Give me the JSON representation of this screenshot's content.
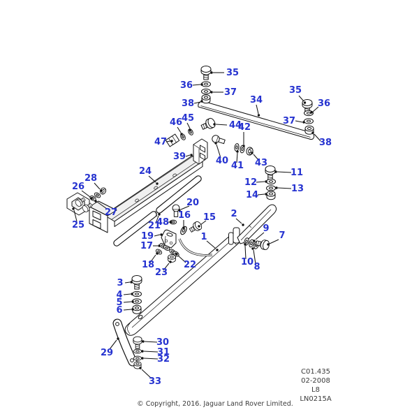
{
  "diagram": {
    "type": "exploded-parts-diagram",
    "background": "#ffffff",
    "line_color": "#111111",
    "callout_color": "#2633d0",
    "callouts": {
      "1": "1",
      "2": "2",
      "3": "3",
      "4": "4",
      "5": "5",
      "6": "6",
      "7": "7",
      "8": "8",
      "9": "9",
      "10": "10",
      "11": "11",
      "12": "12",
      "13": "13",
      "14": "14",
      "15": "15",
      "16": "16",
      "17": "17",
      "18": "18",
      "19": "19",
      "20": "20",
      "21": "21",
      "22": "22",
      "23": "23",
      "24": "24",
      "25": "25",
      "26": "26",
      "27": "27",
      "28": "28",
      "29": "29",
      "30": "30",
      "31": "31",
      "32": "32",
      "33": "33",
      "34": "34",
      "35": "35",
      "36": "36",
      "37": "37",
      "38": "38",
      "39": "39",
      "40": "40",
      "41": "41",
      "42": "42",
      "43": "43",
      "44": "44",
      "45": "45",
      "46": "46",
      "47": "47",
      "48": "48"
    },
    "title_block": {
      "code": "C01.435",
      "date": "02-2008",
      "page": "L8",
      "drawing_no": "LN0215A"
    },
    "copyright": "© Copyright, 2016. Jaguar Land Rover Limited."
  }
}
